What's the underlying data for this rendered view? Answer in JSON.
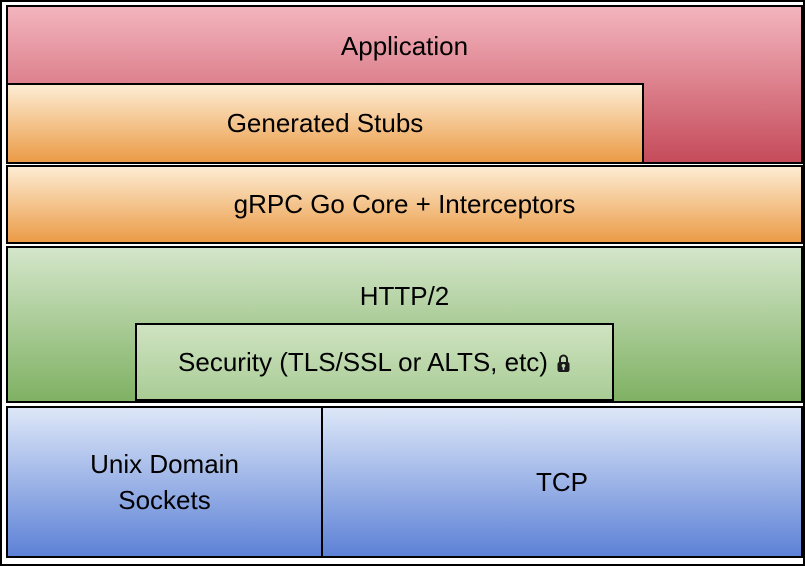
{
  "diagram": {
    "layers": {
      "application": {
        "label": "Application"
      },
      "generated_stubs": {
        "label": "Generated Stubs"
      },
      "grpc_core": {
        "label": "gRPC Go Core + Interceptors"
      },
      "http2": {
        "label": "HTTP/2"
      },
      "security": {
        "label": "Security (TLS/SSL or ALTS, etc)",
        "icon": "lock-icon"
      },
      "unix_domain_sockets": {
        "label": "Unix Domain Sockets"
      },
      "tcp": {
        "label": "TCP"
      }
    },
    "colors": {
      "red_top": "#f3b5be",
      "red_bottom": "#c54b5a",
      "orange_top": "#fdecd3",
      "orange_bottom": "#eb9b46",
      "green_top": "#d4e6ca",
      "green_bottom": "#7fb163",
      "security_top": "#cfe3c2",
      "security_bottom": "#a9cc95",
      "blue_top": "#dde7f8",
      "blue_bottom": "#5d81d6",
      "border": "#000000",
      "text": "#000000"
    }
  }
}
